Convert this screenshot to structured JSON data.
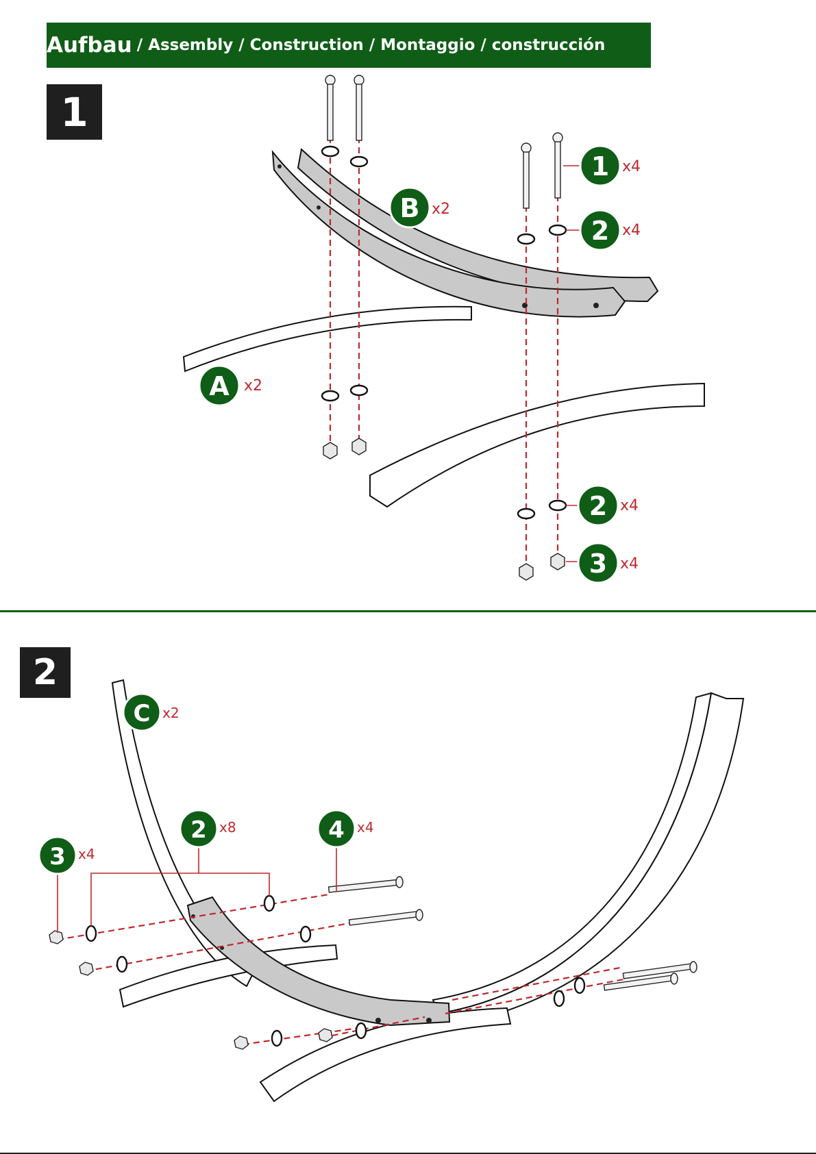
{
  "header": {
    "title_main": "Aufbau",
    "title_rest": "/ Assembly / Construction / Montaggio / construcción",
    "bg_color": "#0f5d16"
  },
  "step1": {
    "number": "1",
    "parts": {
      "A": {
        "letter": "A",
        "qty": "x2"
      },
      "B": {
        "letter": "B",
        "qty": "x2"
      },
      "p1": {
        "letter": "1",
        "qty": "x4"
      },
      "p2_top": {
        "letter": "2",
        "qty": "x4"
      },
      "p2_bottom": {
        "letter": "2",
        "qty": "x4"
      },
      "p3": {
        "letter": "3",
        "qty": "x4"
      }
    }
  },
  "step2": {
    "number": "2",
    "parts": {
      "C": {
        "letter": "C",
        "qty": "x2"
      },
      "p2": {
        "letter": "2",
        "qty": "x8"
      },
      "p3": {
        "letter": "3",
        "qty": "x4"
      },
      "p4": {
        "letter": "4",
        "qty": "x4"
      }
    }
  },
  "colors": {
    "accent_green": "#0f5d16",
    "dash_red": "#c0272d",
    "beam_grey": "#c9c9c9"
  }
}
